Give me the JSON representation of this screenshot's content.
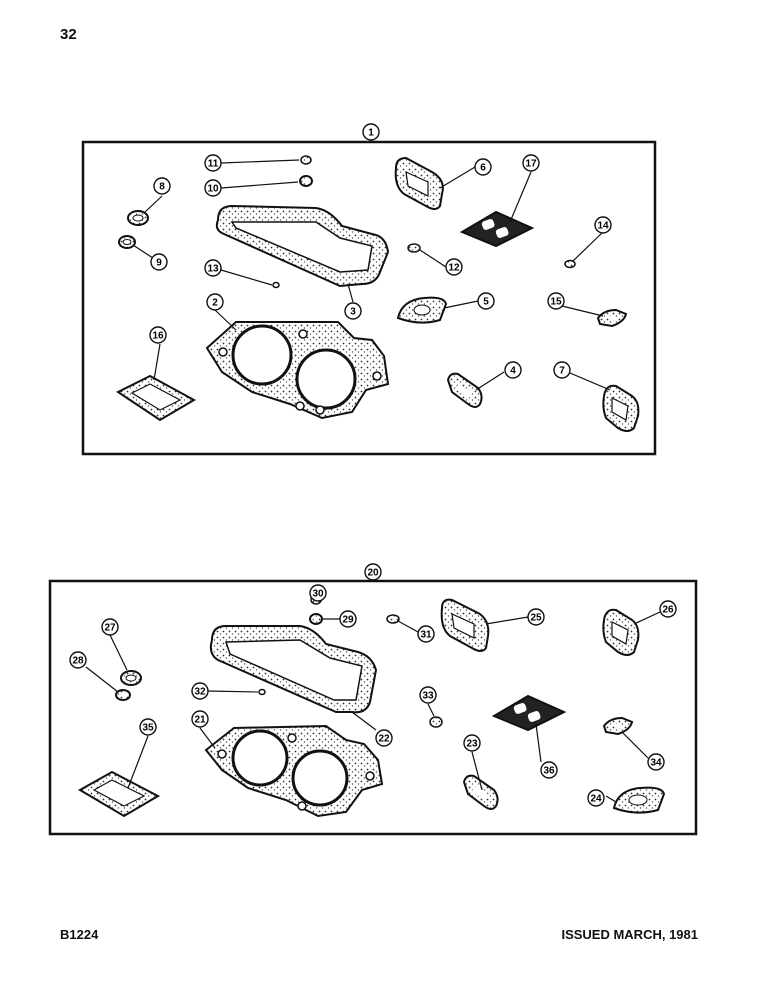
{
  "page": {
    "number": "32",
    "code": "B1224",
    "issued": "ISSUED MARCH, 1981"
  },
  "kits": [
    {
      "label": "1",
      "callouts": [
        "11",
        "10",
        "8",
        "9",
        "13",
        "2",
        "16",
        "3",
        "6",
        "17",
        "12",
        "5",
        "14",
        "15",
        "4",
        "7"
      ]
    },
    {
      "label": "20",
      "callouts": [
        "30",
        "29",
        "27",
        "28",
        "32",
        "21",
        "35",
        "22",
        "31",
        "25",
        "26",
        "33",
        "23",
        "36",
        "34",
        "24"
      ]
    }
  ]
}
